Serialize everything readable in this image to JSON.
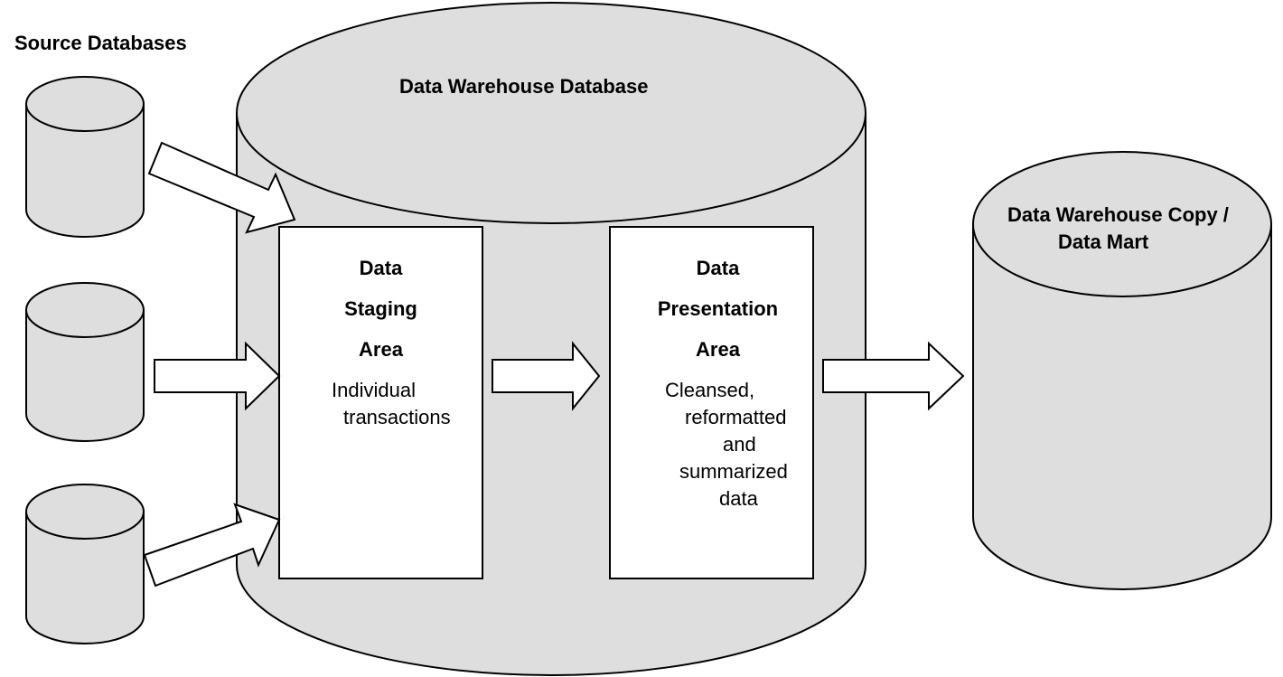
{
  "labels": {
    "source_databases": "Source Databases",
    "warehouse_db": "Data Warehouse Database",
    "copy_db_line1": "Data Warehouse Copy /",
    "copy_db_line2": "Data Mart"
  },
  "staging": {
    "title": [
      "Data",
      "Staging",
      "Area"
    ],
    "desc": [
      "Individual",
      "transactions"
    ]
  },
  "presentation": {
    "title": [
      "Data",
      "Presentation",
      "Area"
    ],
    "desc": [
      "Cleansed,",
      "reformatted",
      "and",
      "summarized",
      "data"
    ]
  },
  "colors": {
    "cylinder_fill": "#dedede",
    "box_fill": "#ffffff",
    "stroke": "#000000"
  }
}
